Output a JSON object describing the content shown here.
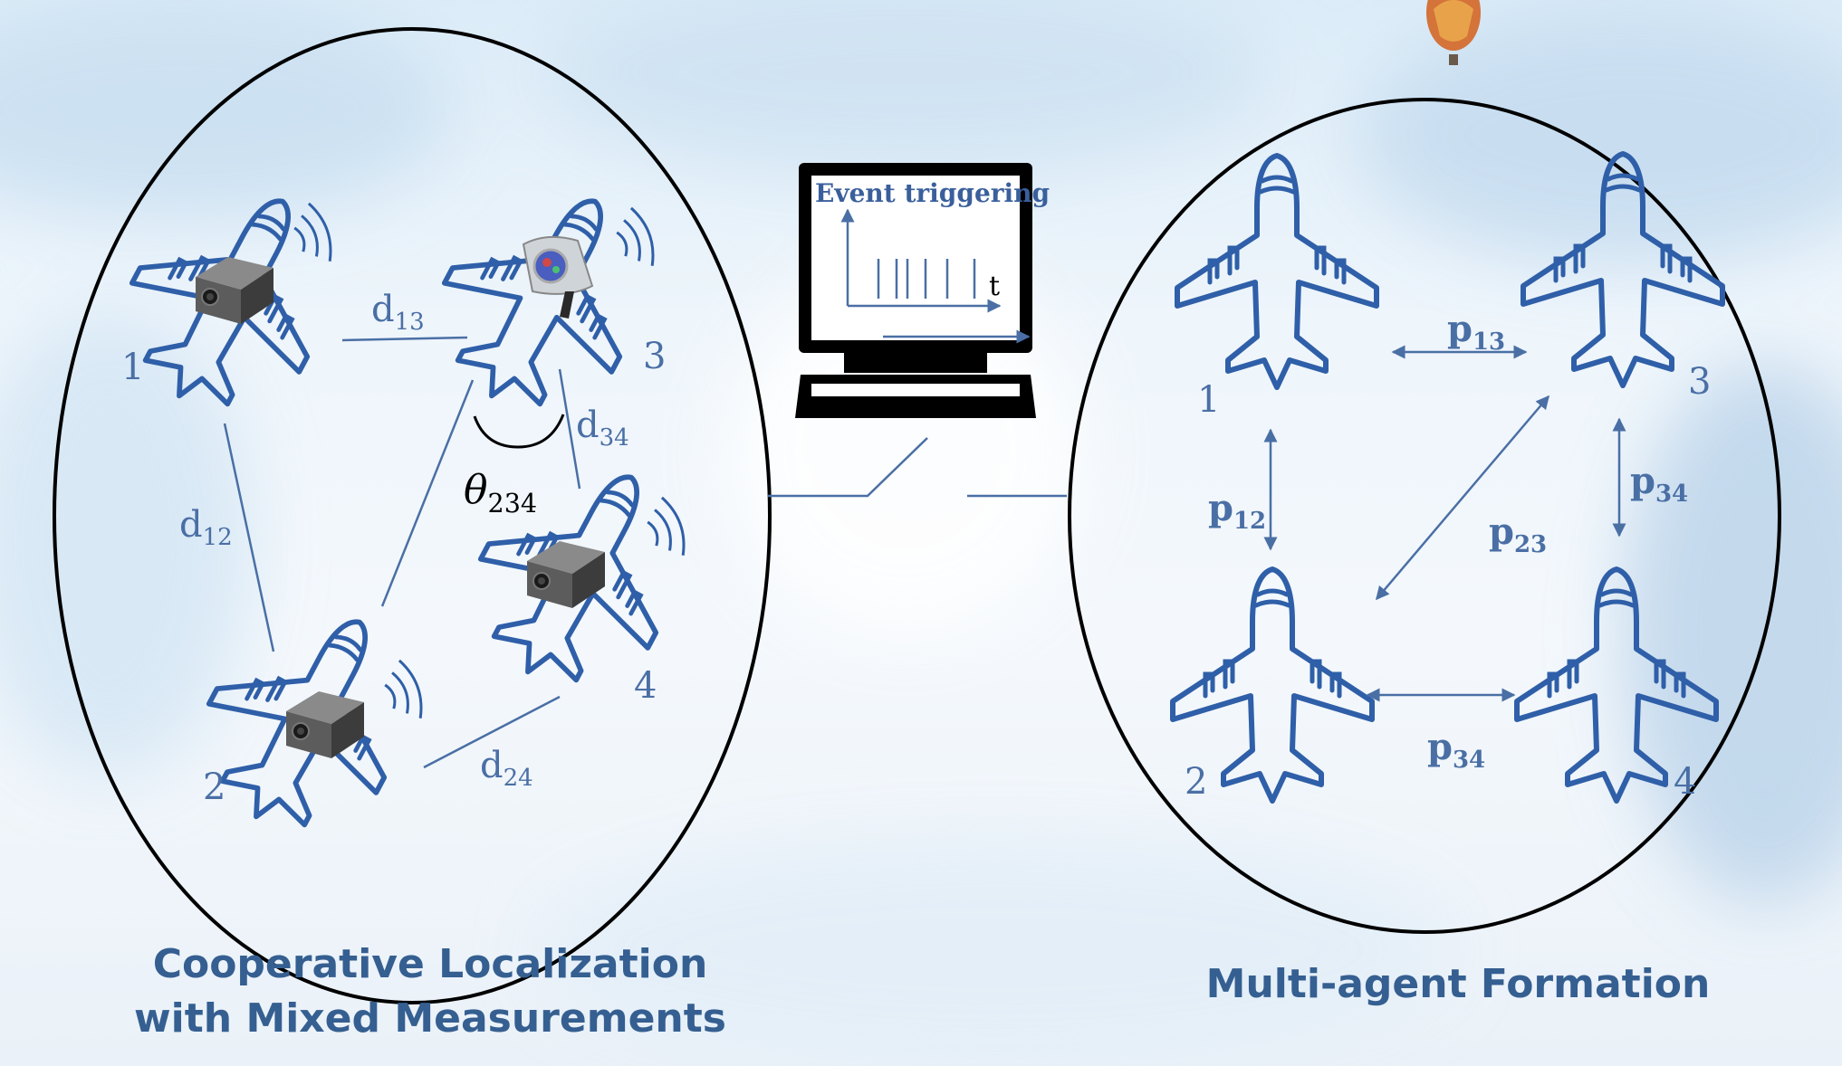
{
  "colors": {
    "plane": "#2f5fa8",
    "line": "#4a6fa5",
    "title": "#355f91",
    "outline": "#000000",
    "sky": "#dcecf8"
  },
  "left": {
    "title_line1": "Cooperative Localization",
    "title_line2": "with Mixed Measurements",
    "agents": [
      "1",
      "3",
      "2",
      "4"
    ],
    "edges": {
      "d13": "d",
      "d13_sub": "13",
      "d12": "d",
      "d12_sub": "12",
      "d34": "d",
      "d34_sub": "34",
      "d24": "d",
      "d24_sub": "24"
    },
    "angle": {
      "symbol": "θ",
      "sub": "234"
    }
  },
  "monitor": {
    "label": "Event triggering",
    "axis": "t"
  },
  "right": {
    "title": "Multi-agent Formation",
    "agents": [
      "1",
      "3",
      "2",
      "4"
    ],
    "edges": {
      "p13": "p",
      "p13_sub": "13",
      "p12": "p",
      "p12_sub": "12",
      "p34r": "p",
      "p34r_sub": "34",
      "p23": "p",
      "p23_sub": "23",
      "p34b": "p",
      "p34b_sub": "34"
    }
  }
}
